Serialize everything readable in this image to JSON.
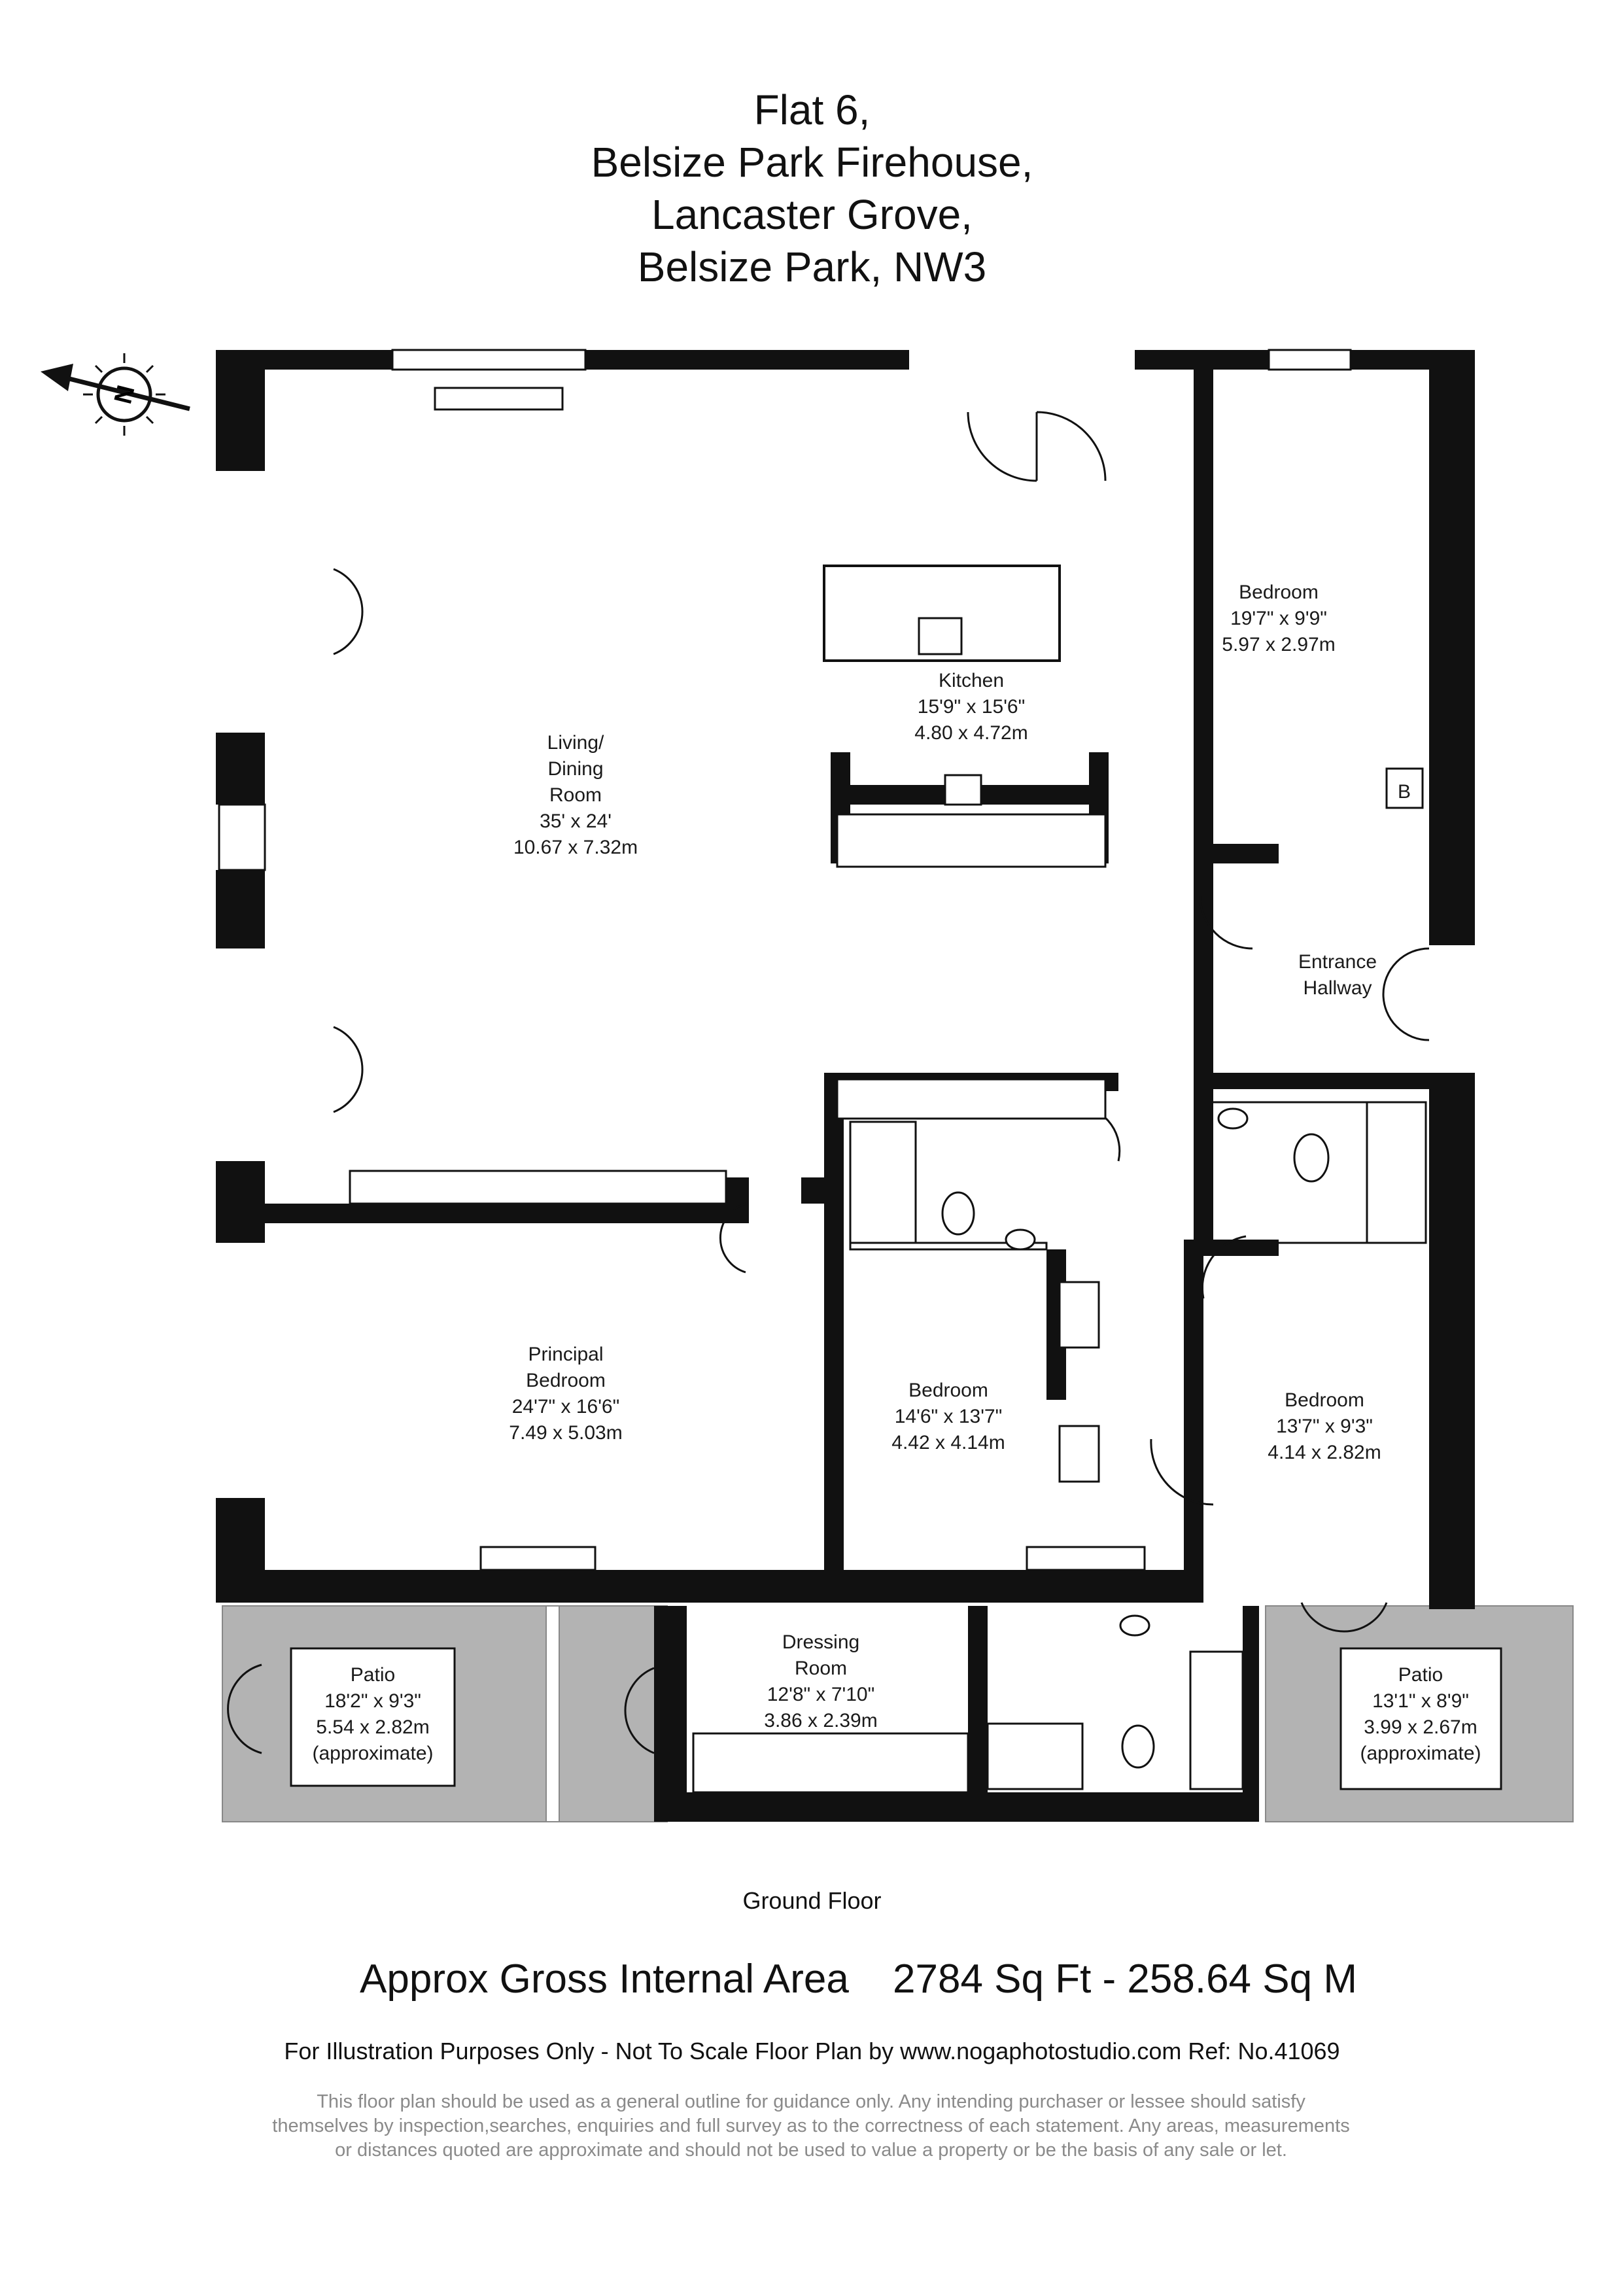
{
  "title": {
    "line1": "Flat 6,",
    "line2": "Belsize Park Firehouse,",
    "line3": "Lancaster Grove,",
    "line4": "Belsize Park, NW3"
  },
  "compass": {
    "letter": "N"
  },
  "rooms": {
    "living": {
      "name1": "Living/",
      "name2": "Dining",
      "name3": "Room",
      "imperial": "35' x 24'",
      "metric": "10.67 x 7.32m"
    },
    "kitchen": {
      "name": "Kitchen",
      "imperial": "15'9\" x 15'6\"",
      "metric": "4.80 x 4.72m"
    },
    "bedroom_ne": {
      "name": "Bedroom",
      "imperial": "19'7\" x 9'9\"",
      "metric": "5.97 x 2.97m"
    },
    "entrance": {
      "name1": "Entrance",
      "name2": "Hallway"
    },
    "principal": {
      "name1": "Principal",
      "name2": "Bedroom",
      "imperial": "24'7\" x 16'6\"",
      "metric": "7.49 x 5.03m"
    },
    "bedroom_mid": {
      "name": "Bedroom",
      "imperial": "14'6\" x 13'7\"",
      "metric": "4.42 x 4.14m"
    },
    "bedroom_se": {
      "name": "Bedroom",
      "imperial": "13'7\" x 9'3\"",
      "metric": "4.14 x 2.82m"
    },
    "dressing": {
      "name1": "Dressing",
      "name2": "Room",
      "imperial": "12'8\" x 7'10\"",
      "metric": "3.86 x 2.39m"
    },
    "patio_w": {
      "name": "Patio",
      "imperial": "18'2\" x 9'3\"",
      "metric": "5.54 x 2.82m",
      "note": "(approximate)"
    },
    "patio_e": {
      "name": "Patio",
      "imperial": "13'1\" x 8'9\"",
      "metric": "3.99 x 2.67m",
      "note": "(approximate)"
    },
    "boiler": {
      "label": "B"
    }
  },
  "floor_label": "Ground Floor",
  "area": {
    "label": "Approx Gross Internal Area",
    "value": "2784 Sq Ft  -  258.64 Sq M"
  },
  "illustration": "For Illustration Purposes Only - Not To Scale   Floor Plan by www.nogaphotostudio.com   Ref: No.41069",
  "disclaimer": {
    "line1": "This floor plan should be used as a general outline for guidance only. Any intending purchaser or lessee should satisfy",
    "line2": "themselves by inspection,searches, enquiries and full survey as to the correctness of each statement. Any areas, measurements",
    "line3": "or distances quoted are approximate and should not be used to value a property or be the basis of any sale or let."
  },
  "colors": {
    "wall": "#111111",
    "patio": "#b3b3b3",
    "disclaimer": "#8a8a8a"
  }
}
